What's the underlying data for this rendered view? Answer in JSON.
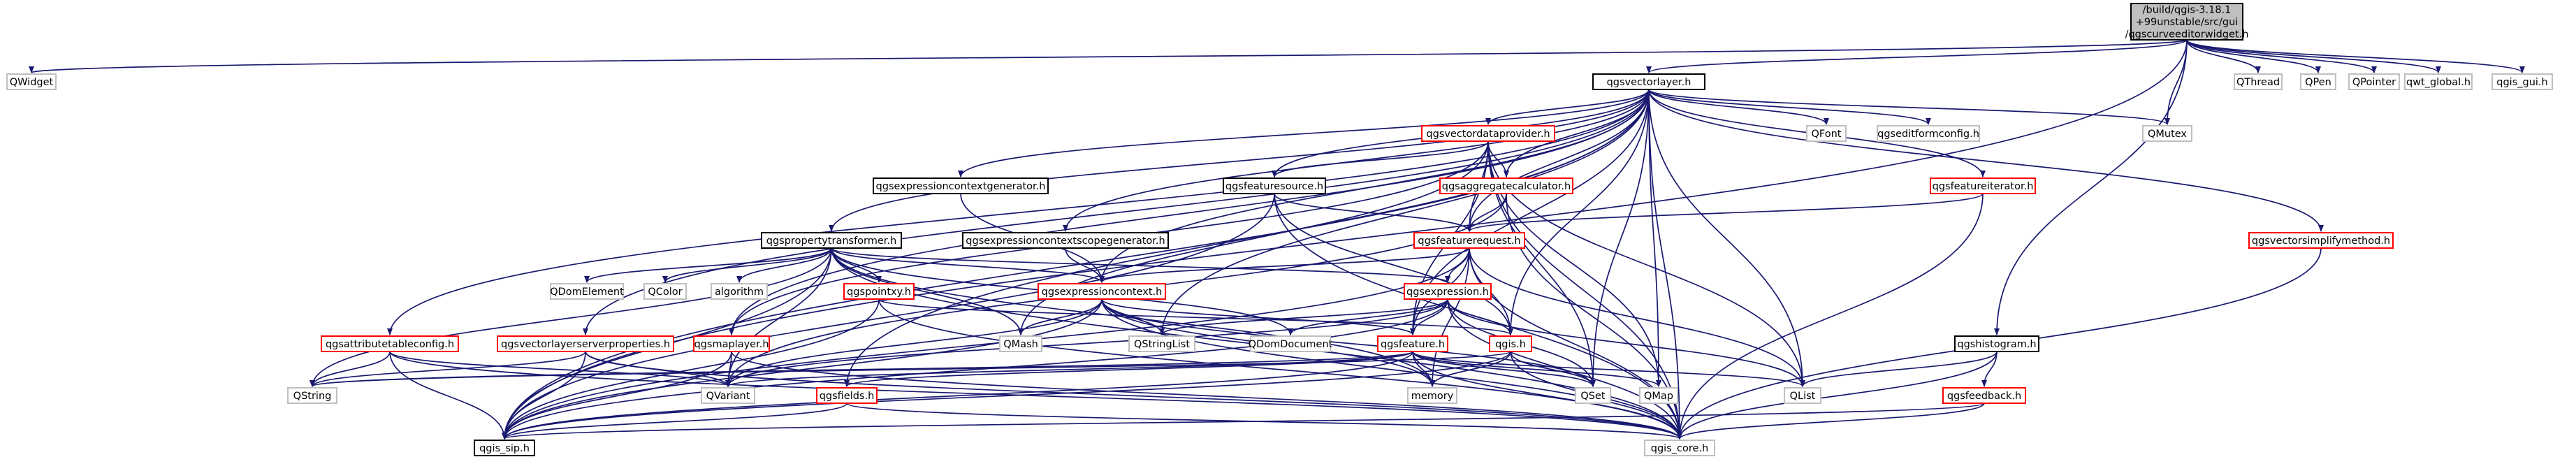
{
  "colors": {
    "root_fill": "#bfbfbf",
    "root_stroke": "#000000",
    "doc_stroke": "#000000",
    "undoc_stroke": "#ff0000",
    "external_stroke": "#bfbfbf",
    "edge": "#191970"
  },
  "nodes": [
    {
      "id": "root",
      "lines": [
        "/build/qgis-3.18.1",
        "+99unstable/src/gui",
        "/qgscurveeditorwidget.h"
      ],
      "kind": "root"
    },
    {
      "id": "QWidget",
      "lines": [
        "QWidget"
      ],
      "kind": "external"
    },
    {
      "id": "qgsvectorlayer",
      "lines": [
        "qgsvectorlayer.h"
      ],
      "kind": "doc"
    },
    {
      "id": "QMutex",
      "lines": [
        "QMutex"
      ],
      "kind": "external"
    },
    {
      "id": "QThread",
      "lines": [
        "QThread"
      ],
      "kind": "external"
    },
    {
      "id": "QPen",
      "lines": [
        "QPen"
      ],
      "kind": "external"
    },
    {
      "id": "QPointer",
      "lines": [
        "QPointer"
      ],
      "kind": "external"
    },
    {
      "id": "qwt_global",
      "lines": [
        "qwt_global.h"
      ],
      "kind": "external"
    },
    {
      "id": "qgis_gui",
      "lines": [
        "qgis_gui.h"
      ],
      "kind": "external"
    },
    {
      "id": "qgsvectordataprovider",
      "lines": [
        "qgsvectordataprovider.h"
      ],
      "kind": "undoc"
    },
    {
      "id": "QFont",
      "lines": [
        "QFont"
      ],
      "kind": "external"
    },
    {
      "id": "qgseditformconfig",
      "lines": [
        "qgseditformconfig.h"
      ],
      "kind": "external"
    },
    {
      "id": "qgsexpressioncontextgenerator",
      "lines": [
        "qgsexpressioncontextgenerator.h"
      ],
      "kind": "doc"
    },
    {
      "id": "qgsfeaturesource",
      "lines": [
        "qgsfeaturesource.h"
      ],
      "kind": "doc"
    },
    {
      "id": "qgsaggregatecalculator",
      "lines": [
        "qgsaggregatecalculator.h"
      ],
      "kind": "undoc"
    },
    {
      "id": "qgsfeatureiterator",
      "lines": [
        "qgsfeatureiterator.h"
      ],
      "kind": "undoc"
    },
    {
      "id": "qgsvectorsimplifymethod",
      "lines": [
        "qgsvectorsimplifymethod.h"
      ],
      "kind": "undoc"
    },
    {
      "id": "qgspropertytransformer",
      "lines": [
        "qgspropertytransformer.h"
      ],
      "kind": "doc"
    },
    {
      "id": "qgsexpressioncontextscopegenerator",
      "lines": [
        "qgsexpressioncontextscopegenerator.h"
      ],
      "kind": "doc"
    },
    {
      "id": "qgsfeaturerequest",
      "lines": [
        "qgsfeaturerequest.h"
      ],
      "kind": "undoc"
    },
    {
      "id": "QDomElement",
      "lines": [
        "QDomElement"
      ],
      "kind": "external"
    },
    {
      "id": "QColor",
      "lines": [
        "QColor"
      ],
      "kind": "external"
    },
    {
      "id": "algorithm",
      "lines": [
        "algorithm"
      ],
      "kind": "external"
    },
    {
      "id": "qgspointxy",
      "lines": [
        "qgspointxy.h"
      ],
      "kind": "undoc"
    },
    {
      "id": "qgsexpressioncontext",
      "lines": [
        "qgsexpressioncontext.h"
      ],
      "kind": "undoc"
    },
    {
      "id": "qgsexpression",
      "lines": [
        "qgsexpression.h"
      ],
      "kind": "undoc"
    },
    {
      "id": "qgshistogram",
      "lines": [
        "qgshistogram.h"
      ],
      "kind": "doc"
    },
    {
      "id": "qgsattributetableconfig",
      "lines": [
        "qgsattributetableconfig.h"
      ],
      "kind": "undoc"
    },
    {
      "id": "qgsvectorlayerserverproperties",
      "lines": [
        "qgsvectorlayerserverproperties.h"
      ],
      "kind": "undoc"
    },
    {
      "id": "qgsmaplayer",
      "lines": [
        "qgsmaplayer.h"
      ],
      "kind": "undoc"
    },
    {
      "id": "QMash",
      "lines": [
        "QMash"
      ],
      "kind": "external"
    },
    {
      "id": "QStringList",
      "lines": [
        "QStringList"
      ],
      "kind": "external"
    },
    {
      "id": "QDomDocument",
      "lines": [
        "QDomDocument"
      ],
      "kind": "external"
    },
    {
      "id": "qgsfeature",
      "lines": [
        "qgsfeature.h"
      ],
      "kind": "undoc"
    },
    {
      "id": "qgis",
      "lines": [
        "qgis.h"
      ],
      "kind": "undoc"
    },
    {
      "id": "QString",
      "lines": [
        "QString"
      ],
      "kind": "external"
    },
    {
      "id": "QVariant",
      "lines": [
        "QVariant"
      ],
      "kind": "external"
    },
    {
      "id": "memory",
      "lines": [
        "memory"
      ],
      "kind": "external"
    },
    {
      "id": "QSet",
      "lines": [
        "QSet"
      ],
      "kind": "external"
    },
    {
      "id": "QMap",
      "lines": [
        "QMap"
      ],
      "kind": "external"
    },
    {
      "id": "QList",
      "lines": [
        "QList"
      ],
      "kind": "external"
    },
    {
      "id": "qgsfeedback",
      "lines": [
        "qgsfeedback.h"
      ],
      "kind": "undoc"
    },
    {
      "id": "qgsfields",
      "lines": [
        "qgsfields.h"
      ],
      "kind": "undoc"
    },
    {
      "id": "qgis_sip",
      "lines": [
        "qgis_sip.h"
      ],
      "kind": "doc"
    },
    {
      "id": "qgis_core",
      "lines": [
        "qgis_core.h"
      ],
      "kind": "external"
    }
  ],
  "edges": [
    [
      "root",
      "QWidget"
    ],
    [
      "root",
      "qgsvectorlayer"
    ],
    [
      "root",
      "QMutex"
    ],
    [
      "root",
      "QThread"
    ],
    [
      "root",
      "QPen"
    ],
    [
      "root",
      "QPointer"
    ],
    [
      "root",
      "qwt_global"
    ],
    [
      "root",
      "qgis_gui"
    ],
    [
      "root",
      "qgis_sip"
    ],
    [
      "root",
      "qgshistogram"
    ],
    [
      "qgsvectorlayer",
      "qgsvectordataprovider"
    ],
    [
      "qgsvectorlayer",
      "QFont"
    ],
    [
      "qgsvectorlayer",
      "qgseditformconfig"
    ],
    [
      "qgsvectorlayer",
      "QMutex"
    ],
    [
      "qgsvectorlayer",
      "qgsexpressioncontextgenerator"
    ],
    [
      "qgsvectorlayer",
      "qgsfeaturesource"
    ],
    [
      "qgsvectorlayer",
      "qgsaggregatecalculator"
    ],
    [
      "qgsvectorlayer",
      "qgsfeatureiterator"
    ],
    [
      "qgsvectorlayer",
      "qgsvectorsimplifymethod"
    ],
    [
      "qgsvectorlayer",
      "qgspropertytransformer"
    ],
    [
      "qgsvectorlayer",
      "qgsexpressioncontextscopegenerator"
    ],
    [
      "qgsvectorlayer",
      "qgsfeaturerequest"
    ],
    [
      "qgsvectorlayer",
      "qgsexpressioncontext"
    ],
    [
      "qgsvectorlayer",
      "qgsattributetableconfig"
    ],
    [
      "qgsvectorlayer",
      "qgsvectorlayerserverproperties"
    ],
    [
      "qgsvectorlayer",
      "qgsmaplayer"
    ],
    [
      "qgsvectorlayer",
      "QStringList"
    ],
    [
      "qgsvectorlayer",
      "qgsfeature"
    ],
    [
      "qgsvectorlayer",
      "qgis"
    ],
    [
      "qgsvectorlayer",
      "QSet"
    ],
    [
      "qgsvectorlayer",
      "QMap"
    ],
    [
      "qgsvectorlayer",
      "QList"
    ],
    [
      "qgsvectorlayer",
      "qgsfields"
    ],
    [
      "qgsvectorlayer",
      "qgis_core"
    ],
    [
      "qgsvectorlayer",
      "qgis_sip"
    ],
    [
      "qgsvectordataprovider",
      "qgsfeaturesource"
    ],
    [
      "qgsvectordataprovider",
      "qgsaggregatecalculator"
    ],
    [
      "qgsvectordataprovider",
      "qgsfeaturerequest"
    ],
    [
      "qgsvectordataprovider",
      "qgsfeature"
    ],
    [
      "qgsvectordataprovider",
      "QSet"
    ],
    [
      "qgsvectordataprovider",
      "QMap"
    ],
    [
      "qgsvectordataprovider",
      "QList"
    ],
    [
      "qgsvectordataprovider",
      "QMash"
    ],
    [
      "qgsvectordataprovider",
      "qgis_core"
    ],
    [
      "qgsvectordataprovider",
      "qgsmaplayer"
    ],
    [
      "qgsexpressioncontextgenerator",
      "qgsexpressioncontext"
    ],
    [
      "qgsfeaturesource",
      "qgsfeaturerequest"
    ],
    [
      "qgsfeaturesource",
      "qgis_core"
    ],
    [
      "qgsfeaturesource",
      "qgis"
    ],
    [
      "qgsfeaturesource",
      "qgis_sip"
    ],
    [
      "qgsaggregatecalculator",
      "qgsfeaturerequest"
    ],
    [
      "qgsaggregatecalculator",
      "qgis_core"
    ],
    [
      "qgsaggregatecalculator",
      "QVariant"
    ],
    [
      "qgsfeatureiterator",
      "qgsfeaturerequest"
    ],
    [
      "qgsfeatureiterator",
      "qgis_core"
    ],
    [
      "qgsvectorsimplifymethod",
      "qgis_core"
    ],
    [
      "qgspropertytransformer",
      "QDomElement"
    ],
    [
      "qgspropertytransformer",
      "QColor"
    ],
    [
      "qgspropertytransformer",
      "algorithm"
    ],
    [
      "qgspropertytransformer",
      "qgspointxy"
    ],
    [
      "qgspropertytransformer",
      "qgsexpressioncontext"
    ],
    [
      "qgspropertytransformer",
      "qgsexpression"
    ],
    [
      "qgspropertytransformer",
      "QMash"
    ],
    [
      "qgspropertytransformer",
      "QString"
    ],
    [
      "qgspropertytransformer",
      "QVariant"
    ],
    [
      "qgspropertytransformer",
      "memory"
    ],
    [
      "qgspropertytransformer",
      "qgis_core"
    ],
    [
      "qgspropertytransformer",
      "qgis_sip"
    ],
    [
      "qgspropertytransformer",
      "QDomDocument"
    ],
    [
      "qgsexpressioncontextscopegenerator",
      "qgsexpressioncontext"
    ],
    [
      "qgsfeaturerequest",
      "qgsexpressioncontext"
    ],
    [
      "qgsfeaturerequest",
      "qgsexpression"
    ],
    [
      "qgsfeaturerequest",
      "qgsfeature"
    ],
    [
      "qgsfeaturerequest",
      "qgis"
    ],
    [
      "qgsfeaturerequest",
      "memory"
    ],
    [
      "qgsfeaturerequest",
      "QList"
    ],
    [
      "qgsfeaturerequest",
      "qgis_core"
    ],
    [
      "qgsfeaturerequest",
      "qgis_sip"
    ],
    [
      "qgspointxy",
      "qgis_core"
    ],
    [
      "qgspointxy",
      "qgis"
    ],
    [
      "qgspointxy",
      "qgis_sip"
    ],
    [
      "qgsexpressioncontext",
      "QStringList"
    ],
    [
      "qgsexpressioncontext",
      "QMash"
    ],
    [
      "qgsexpressioncontext",
      "QSet"
    ],
    [
      "qgsexpressioncontext",
      "qgsfeature"
    ],
    [
      "qgsexpressioncontext",
      "QVariant"
    ],
    [
      "qgsexpressioncontext",
      "qgis_core"
    ],
    [
      "qgsexpressioncontext",
      "qgis_sip"
    ],
    [
      "qgsexpressioncontext",
      "memory"
    ],
    [
      "qgsexpression",
      "QStringList"
    ],
    [
      "qgsexpression",
      "QDomDocument"
    ],
    [
      "qgsexpression",
      "QVariant"
    ],
    [
      "qgsexpression",
      "QSet"
    ],
    [
      "qgsexpression",
      "QList"
    ],
    [
      "qgsexpression",
      "qgis_core"
    ],
    [
      "qgsexpression",
      "qgis"
    ],
    [
      "qgsexpression",
      "qgis_sip"
    ],
    [
      "qgsexpression",
      "qgsfeature"
    ],
    [
      "qgshistogram",
      "QList"
    ],
    [
      "qgshistogram",
      "qgis_core"
    ],
    [
      "qgshistogram",
      "qgsfeedback"
    ],
    [
      "qgsattributetableconfig",
      "QString"
    ],
    [
      "qgsattributetableconfig",
      "QVariant"
    ],
    [
      "qgsattributetableconfig",
      "qgis_core"
    ],
    [
      "qgsattributetableconfig",
      "qgis_sip"
    ],
    [
      "qgsvectorlayerserverproperties",
      "QString"
    ],
    [
      "qgsvectorlayerserverproperties",
      "QVariant"
    ],
    [
      "qgsvectorlayerserverproperties",
      "qgis_core"
    ],
    [
      "qgsvectorlayerserverproperties",
      "qgis_sip"
    ],
    [
      "qgsmaplayer",
      "QVariant"
    ],
    [
      "qgsmaplayer",
      "qgis_core"
    ],
    [
      "qgsmaplayer",
      "qgis_sip"
    ],
    [
      "qgsfeature",
      "QVariant"
    ],
    [
      "qgsfeature",
      "QSet"
    ],
    [
      "qgsfeature",
      "QMap"
    ],
    [
      "qgsfeature",
      "QList"
    ],
    [
      "qgsfeature",
      "memory"
    ],
    [
      "qgsfeature",
      "qgis_core"
    ],
    [
      "qgsfeature",
      "qgis_sip"
    ],
    [
      "qgsfeature",
      "qgsfields"
    ],
    [
      "qgsfeature",
      "QString"
    ],
    [
      "qgis",
      "QString"
    ],
    [
      "qgis",
      "memory"
    ],
    [
      "qgis",
      "QSet"
    ],
    [
      "qgis",
      "qgis_core"
    ],
    [
      "qgis",
      "qgis_sip"
    ],
    [
      "qgsfeedback",
      "qgis_core"
    ],
    [
      "qgsfeedback",
      "qgis_sip"
    ],
    [
      "qgsfields",
      "qgis_core"
    ],
    [
      "qgsfields",
      "qgis_sip"
    ]
  ]
}
